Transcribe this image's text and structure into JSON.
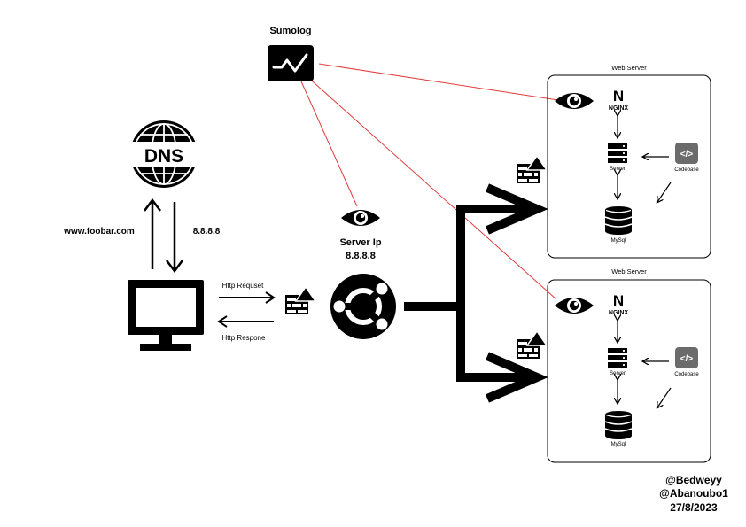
{
  "diagram": {
    "monitoring": {
      "label": "Sumolog"
    },
    "dns": {
      "icon_label": "DNS",
      "domain_label": "www.foobar.com",
      "ip_label": "8.8.8.8"
    },
    "client": {
      "request_label": "Http Requset",
      "response_label": "Http Respone"
    },
    "load_balancer": {
      "title": "Server Ip",
      "ip": "8.8.8.8"
    },
    "web_servers": [
      {
        "title": "Web Server",
        "nginx_big": "N",
        "nginx_small": "NGINX",
        "server_label": "Server",
        "codebase_label": "Codebase",
        "codebase_icon": "</>",
        "db_label": "MySql"
      },
      {
        "title": "Web Server",
        "nginx_big": "N",
        "nginx_small": "NGINX",
        "server_label": "Server",
        "codebase_label": "Codebase",
        "codebase_icon": "</>",
        "db_label": "MySql"
      }
    ],
    "credits": {
      "line1": "@Bedweyy",
      "line2": "@Abanoubo1",
      "line3": "27/8/2023"
    },
    "colors": {
      "monitor_line": "#e23b3b",
      "stroke": "#000000",
      "codebase_bg": "#6b6b6b"
    },
    "icons": [
      "chart-line-icon",
      "globe-icon",
      "monitor-icon",
      "firewall-icon",
      "ubuntu-icon",
      "eye-icon",
      "server-stack-icon",
      "database-icon",
      "code-icon"
    ]
  }
}
